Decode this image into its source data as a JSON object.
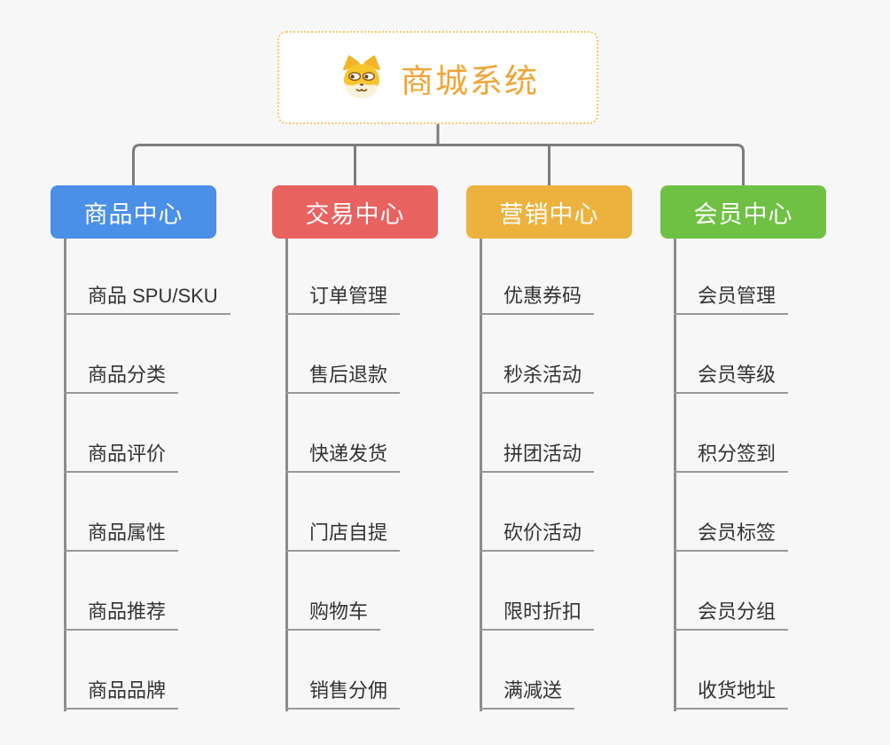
{
  "root": {
    "title": "商城系统",
    "icon": "doge-icon"
  },
  "branches": [
    {
      "label": "商品中心",
      "color": "#4a8fe8",
      "children": [
        "商品 SPU/SKU",
        "商品分类",
        "商品评价",
        "商品属性",
        "商品推荐",
        "商品品牌"
      ]
    },
    {
      "label": "交易中心",
      "color": "#e8625f",
      "children": [
        "订单管理",
        "售后退款",
        "快递发货",
        "门店自提",
        "购物车",
        "销售分佣"
      ]
    },
    {
      "label": "营销中心",
      "color": "#edb23e",
      "children": [
        "优惠券码",
        "秒杀活动",
        "拼团活动",
        "砍价活动",
        "限时折扣",
        "满减送"
      ]
    },
    {
      "label": "会员中心",
      "color": "#6fc143",
      "children": [
        "会员管理",
        "会员等级",
        "积分签到",
        "会员标签",
        "会员分组",
        "收货地址"
      ]
    }
  ],
  "colors": {
    "background": "#f7f7f8",
    "root_accent": "#f0a537",
    "root_border": "#f6c76f",
    "connector": "#7d7d7d",
    "leaf_line": "#999999",
    "leaf_text": "#333333"
  }
}
